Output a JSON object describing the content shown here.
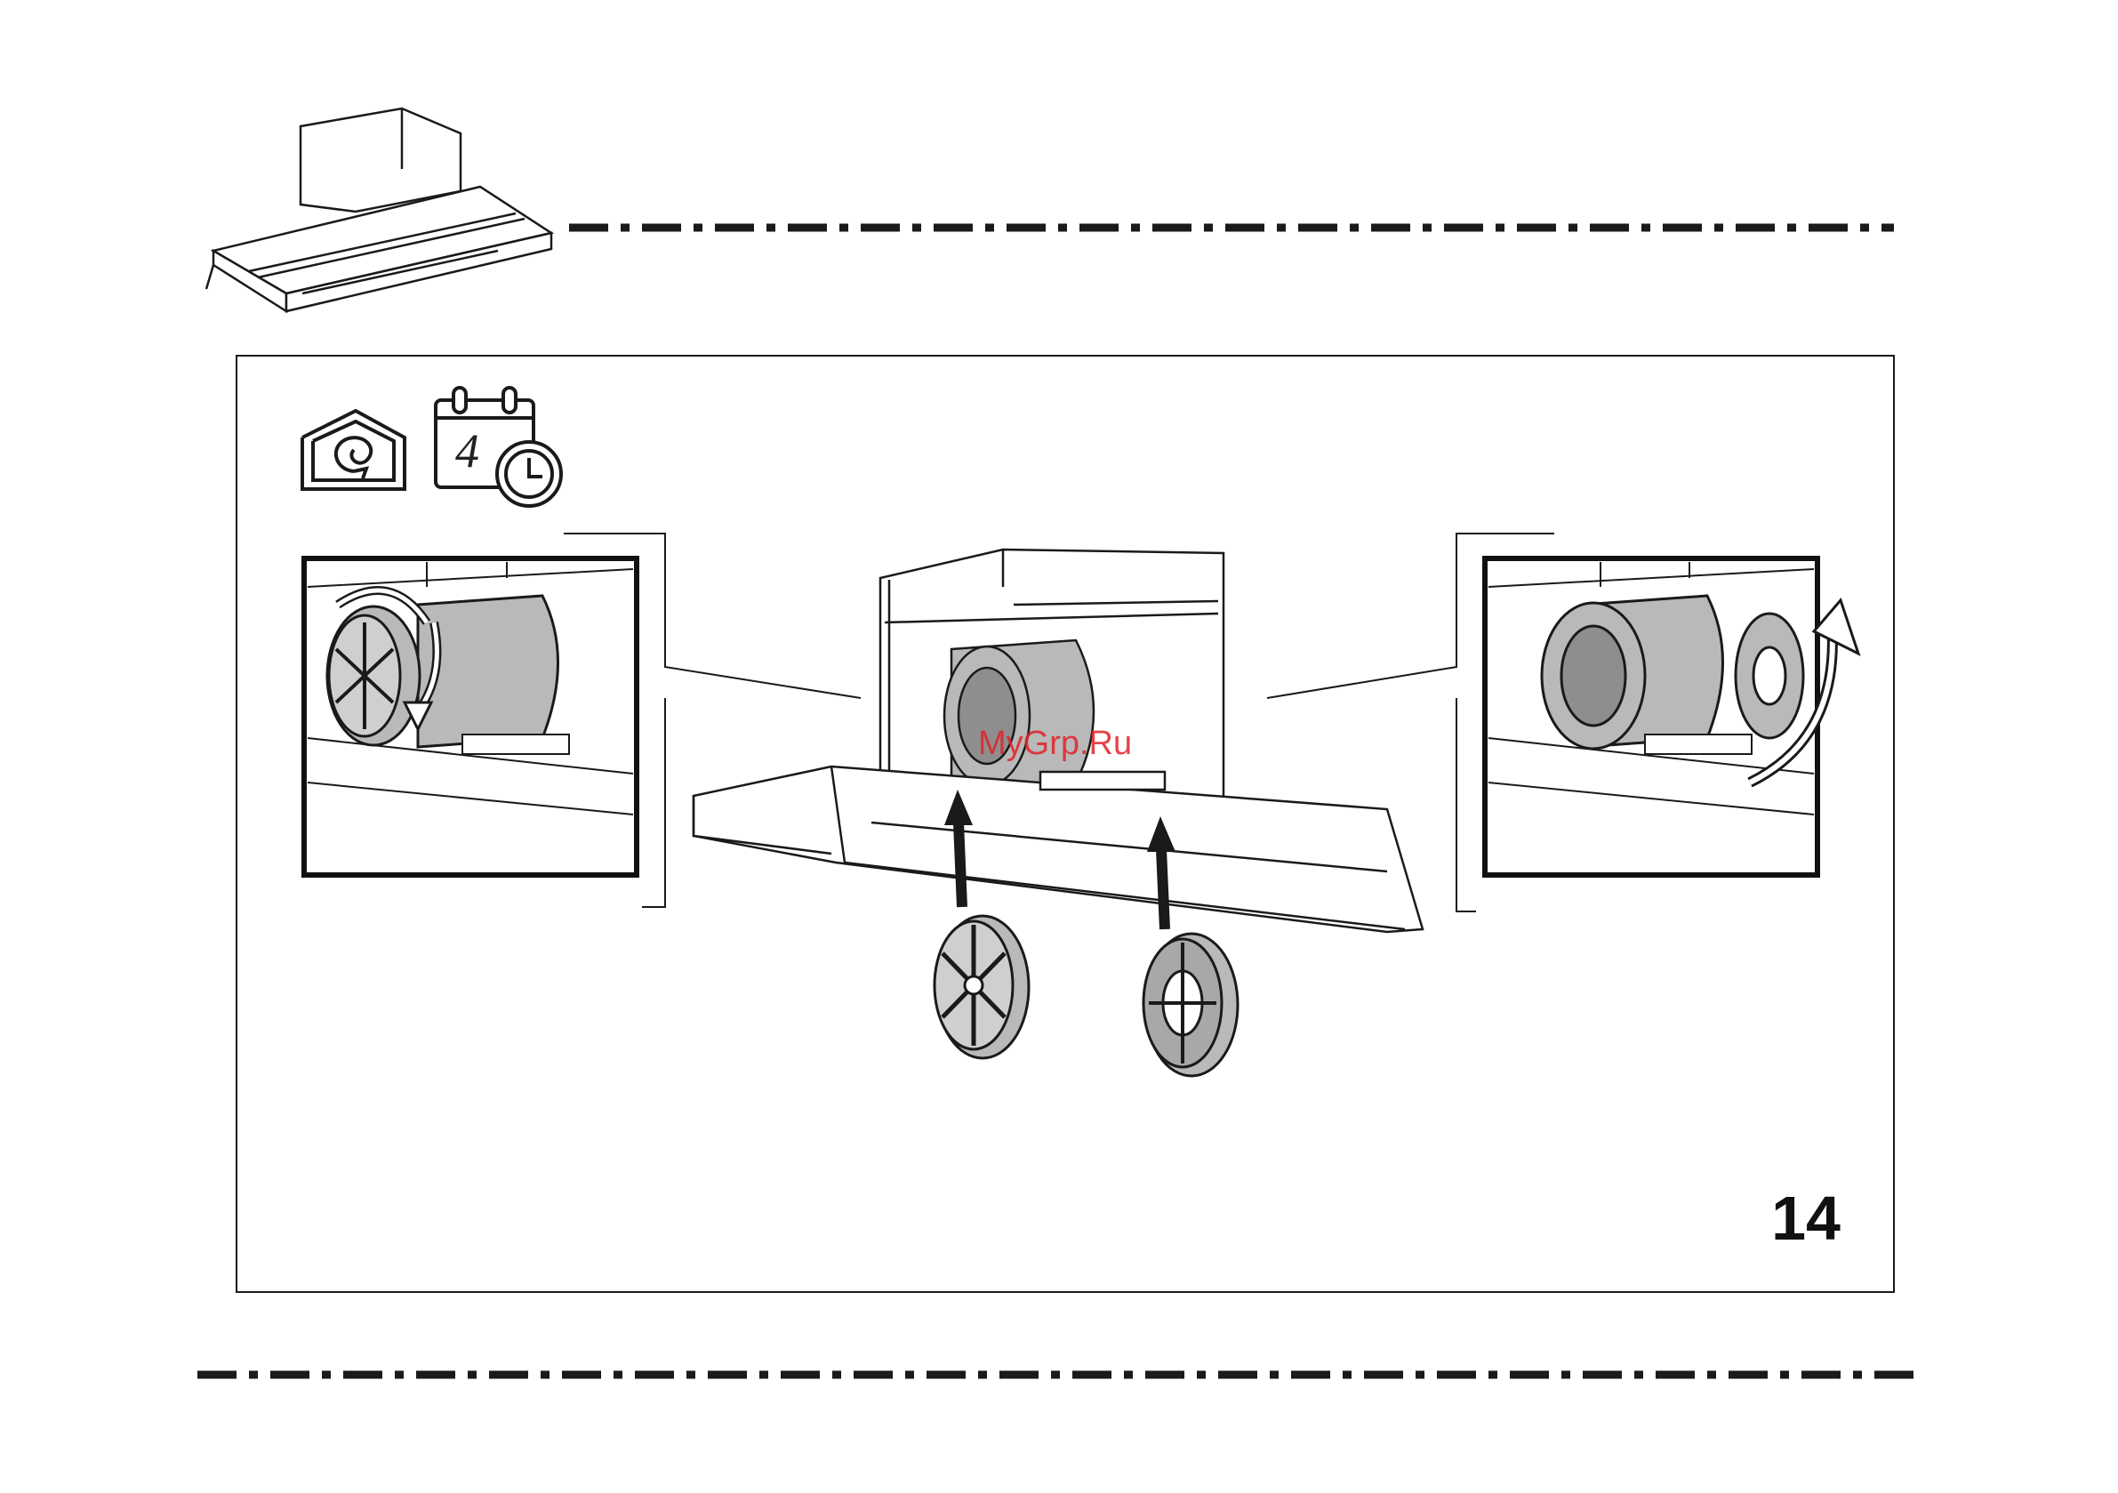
{
  "page": {
    "step_number": "14",
    "watermark": "MyGrp.Ru"
  },
  "icons": {
    "recirculation": "house-recirculation-icon",
    "calendar": "calendar-clock-icon",
    "calendar_digit": "4"
  },
  "colors": {
    "line": "#1a1a1a",
    "filter_fill": "#b9b9b9",
    "filter_dark": "#8e8e8e",
    "watermark": "#e0232a"
  }
}
